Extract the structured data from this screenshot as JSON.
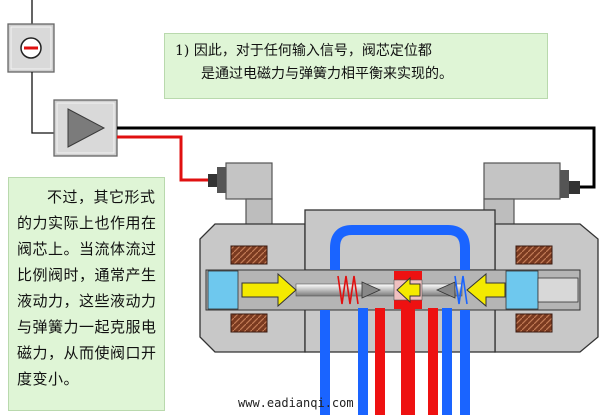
{
  "notes": {
    "top_line1": "1) 因此，对于任何输入信号，阀芯定位都",
    "top_line2": "是通过电磁力与弹簧力相平衡来实现的。",
    "left_text": "不过，其它形式的力实际上也作用在阀芯上。当流体流过比例阀时，通常产生液动力，这些液动力与弹簧力一起克服电磁力，从而使阀口开度变小。"
  },
  "watermark": "www.eadianqi.com",
  "icons": {
    "potentiometer": "minus-knob-icon",
    "amplifier": "triangle-amplifier-icon"
  },
  "colors": {
    "signal_wire_red": "#e01010",
    "signal_wire_black": "#000000",
    "pressure_line_red": "#ee1111",
    "return_line_blue": "#1a64ff",
    "valve_body": "#c8c8c8",
    "coil_brown": "#7a3a20",
    "force_arrow_yellow": "#f4ea00",
    "armature_blue": "#6ec8ee"
  }
}
